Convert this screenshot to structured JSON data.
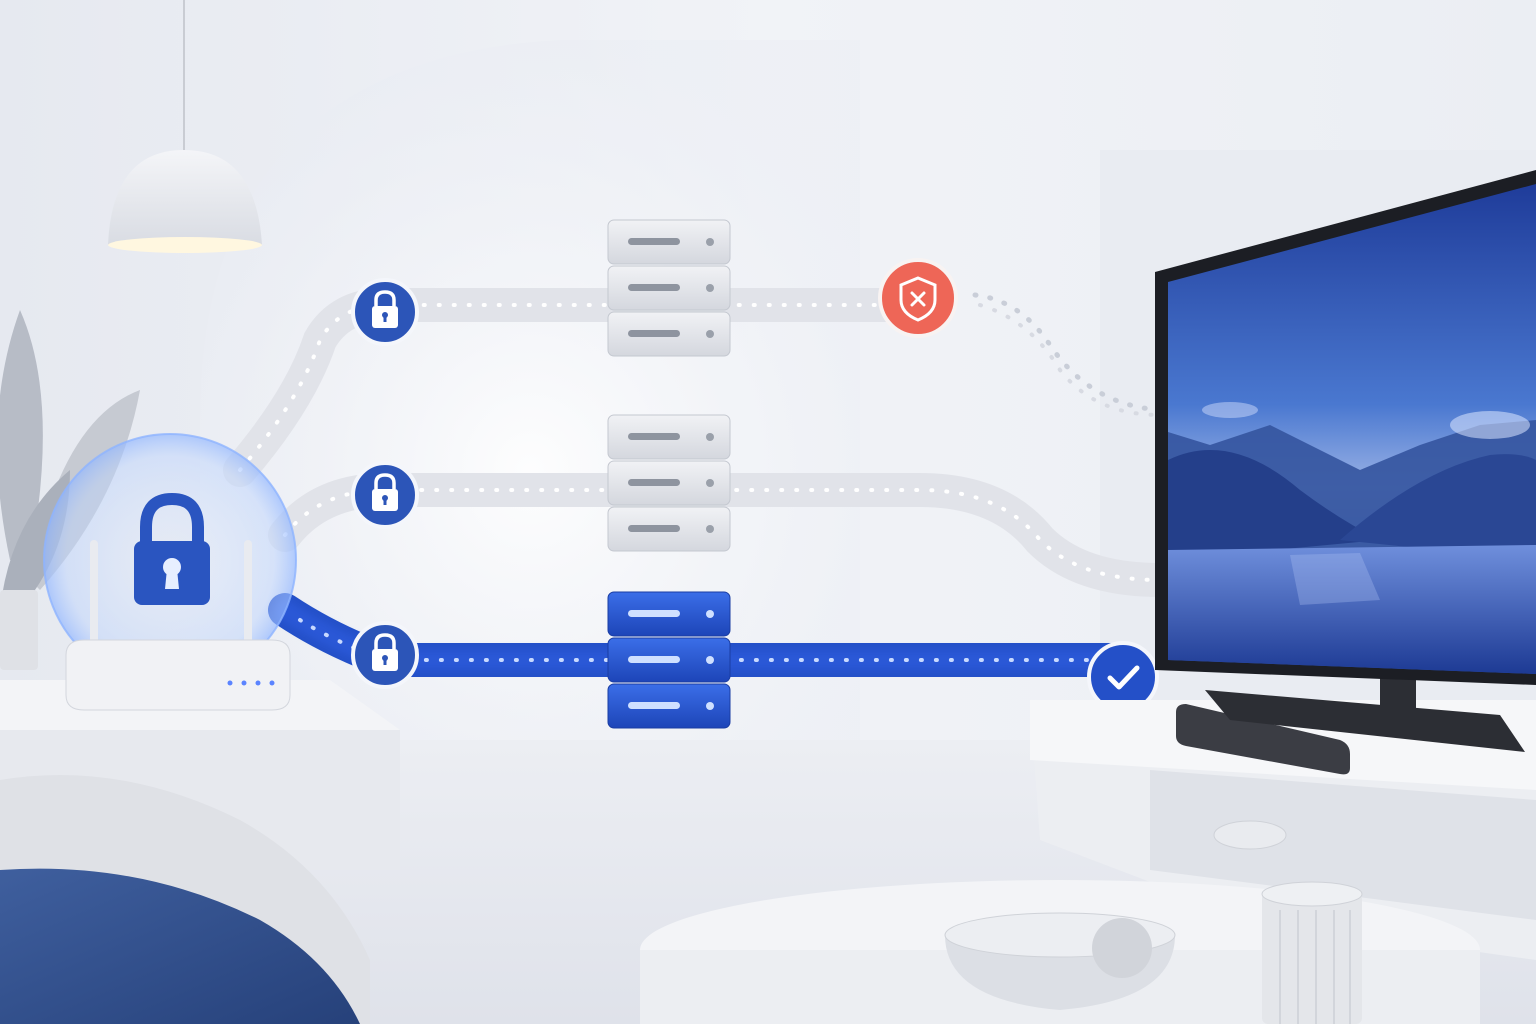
{
  "scene": {
    "routes": [
      {
        "status": "blocked",
        "lock_icon": "lock-icon",
        "server_icon": "server-icon",
        "end_icon": "shield-x-icon"
      },
      {
        "status": "inactive",
        "lock_icon": "lock-icon",
        "server_icon": "server-icon",
        "end_icon": ""
      },
      {
        "status": "active",
        "lock_icon": "lock-icon",
        "server_icon": "server-icon",
        "end_icon": "checkmark-icon"
      }
    ],
    "router_shield_icon": "padlock-icon",
    "tv_screen": "lake-and-mountains-landscape"
  },
  "colors": {
    "accent_blue": "#2450c8",
    "lock_badge_blue": "#2c55b8",
    "blocked_red": "#ee6657",
    "inactive_route": "#e1e3e9",
    "wall": "#eef0f5",
    "floor": "#e6e8ee"
  }
}
